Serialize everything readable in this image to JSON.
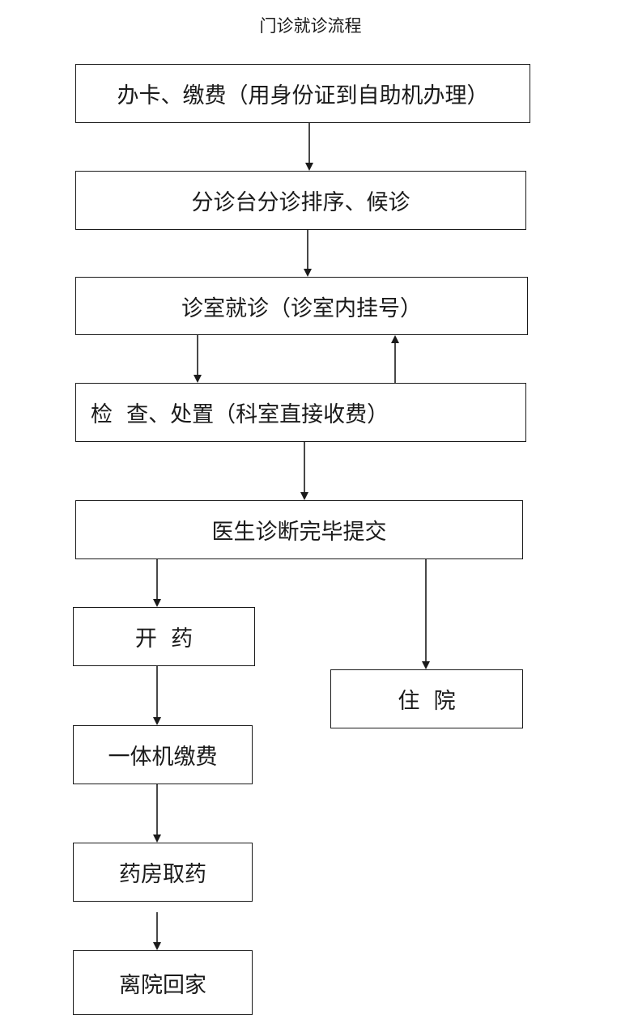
{
  "title": "门诊就诊流程",
  "steps": {
    "register": "办卡、缴费（用身份证到自助机办理）",
    "triage": "分诊台分诊排序、候诊",
    "consult": "诊室就诊（诊室内挂号）",
    "exam": "检  查、处置（科室直接收费）",
    "diagnosis": "医生诊断完毕提交",
    "prescribe": "开  药",
    "hospitalize": "住  院",
    "pay": "一体机缴费",
    "pharmacy": "药房取药",
    "leave": "离院回家"
  },
  "colors": {
    "line": "#1a1a1a",
    "background": "#ffffff"
  }
}
